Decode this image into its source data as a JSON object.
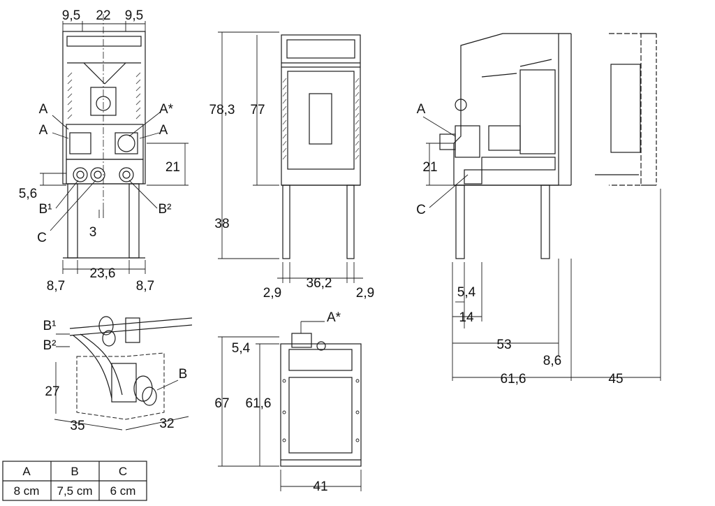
{
  "colors": {
    "line": "#1a1a1a",
    "hatch": "#555555",
    "background": "#ffffff"
  },
  "front_view": {
    "top_dims": [
      "9,5",
      "22",
      "9,5"
    ],
    "left_dims": [
      "21",
      "5,6"
    ],
    "bottom_dims": [
      "8,7",
      "23,6",
      "8,7"
    ],
    "small_dim": "3",
    "labels": {
      "a_upper_left": "A",
      "a_star": "A*",
      "a_lower_left": "A",
      "a_right": "A",
      "b1": "B¹",
      "b2": "B²",
      "c": "C"
    }
  },
  "center_view": {
    "height_total": "78,3",
    "height_body": "77",
    "height_legs": "38",
    "width_total": "36,2",
    "leg_left": "2,9",
    "leg_right": "2,9"
  },
  "side_view": {
    "labels": {
      "a": "A",
      "c": "C"
    },
    "dims": {
      "d21": "21",
      "d54": "5,4",
      "d14": "14",
      "d53": "53",
      "d86": "8,6",
      "d616": "61,6",
      "d45": "45"
    }
  },
  "detail_view": {
    "labels": {
      "b1": "B¹",
      "b2": "B²",
      "b": "B"
    },
    "dims": {
      "height": "27",
      "width": "35",
      "depth": "32"
    }
  },
  "top_view": {
    "label": "A*",
    "dims": {
      "d54": "5,4",
      "d67": "67",
      "d616": "61,6",
      "d41": "41"
    }
  },
  "legend": {
    "headers": [
      "A",
      "B",
      "C"
    ],
    "values": [
      "8 cm",
      "7,5 cm",
      "6 cm"
    ]
  }
}
